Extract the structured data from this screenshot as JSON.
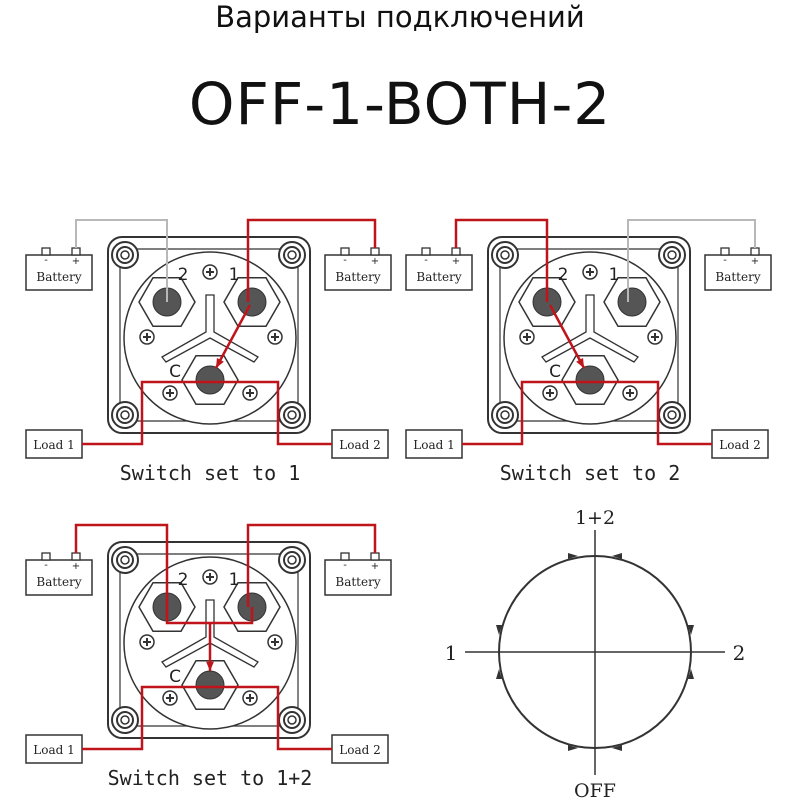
{
  "header": {
    "title": "Варианты подключений",
    "subtitle": "OFF-1-BOTH-2"
  },
  "colors": {
    "live_wire": "#c0141b",
    "idle_wire": "#b8b8b8",
    "outline": "#333333"
  },
  "labels": {
    "battery": "Battery",
    "plus": "+",
    "minus": "-",
    "load1": "Load 1",
    "load2": "Load 2",
    "term1": "1",
    "term2": "2",
    "common": "C"
  },
  "panels": [
    {
      "caption": "Switch set to 1",
      "active": [
        "1"
      ]
    },
    {
      "caption": "Switch set to 2",
      "active": [
        "2"
      ]
    },
    {
      "caption": "Switch set to 1+2",
      "active": [
        "1",
        "2"
      ]
    }
  ],
  "dial": {
    "top": "1+2",
    "left": "1",
    "right": "2",
    "bottom": "OFF"
  }
}
